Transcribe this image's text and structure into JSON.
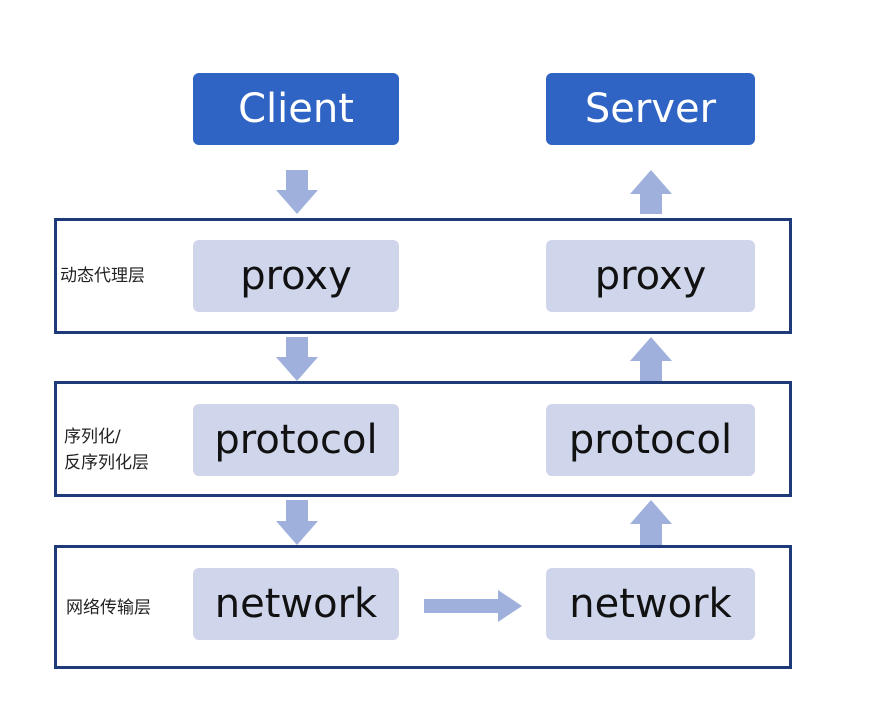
{
  "client": {
    "label": "Client"
  },
  "server": {
    "label": "Server"
  },
  "layers": [
    {
      "label_lines": [
        "动态代理层"
      ],
      "left": "proxy",
      "right": "proxy"
    },
    {
      "label_lines": [
        "序列化/",
        "反序列化层"
      ],
      "left": "protocol",
      "right": "protocol"
    },
    {
      "label_lines": [
        "网络传输层"
      ],
      "left": "network",
      "right": "network"
    }
  ],
  "colors": {
    "top_box": "#2f63c4",
    "component": "#cfd6ec",
    "arrow": "#9fb0dc",
    "layer_border": "#1f3a78"
  }
}
